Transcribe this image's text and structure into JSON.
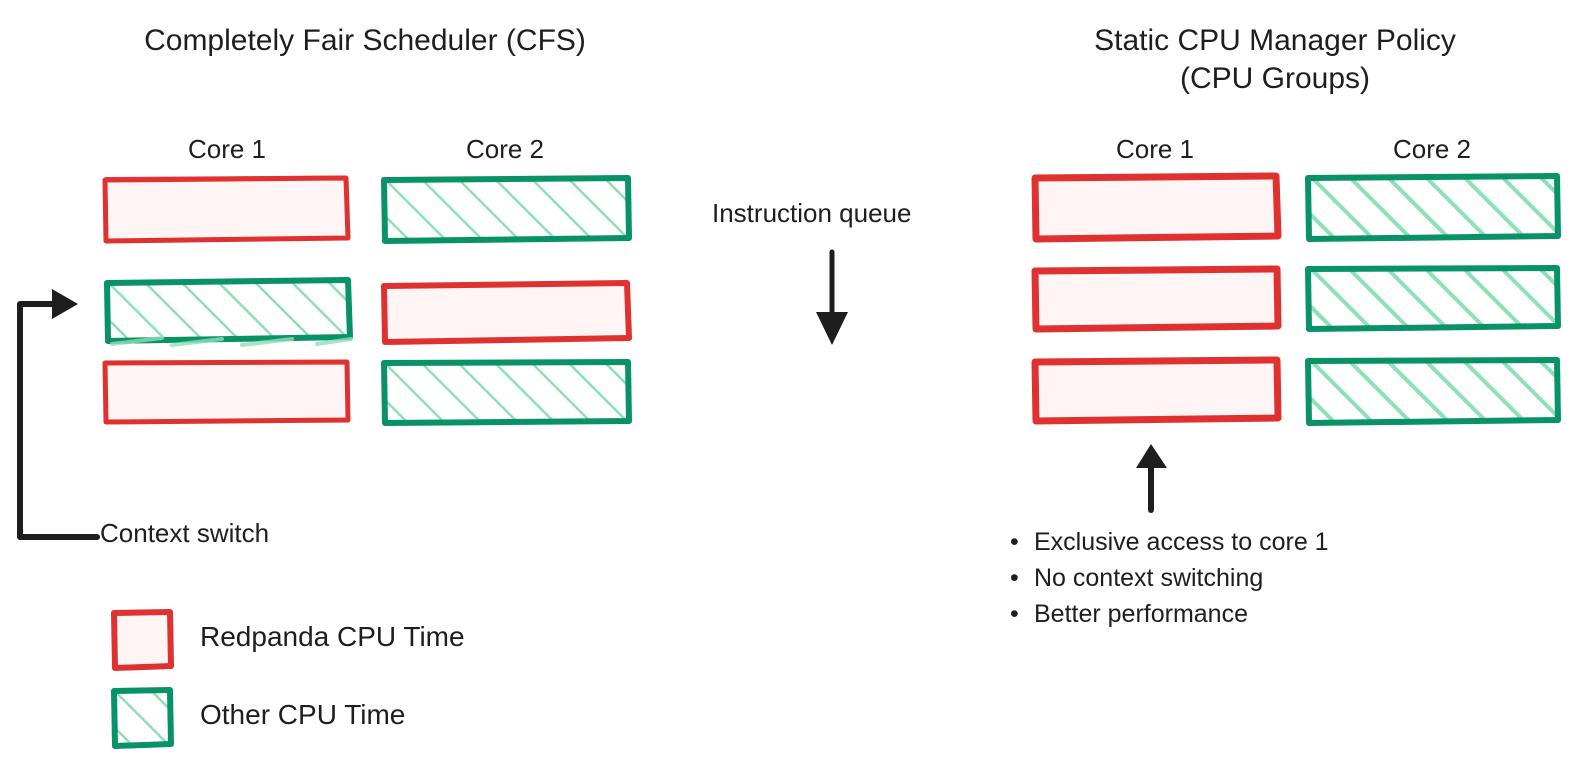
{
  "colors": {
    "red_stroke": "#e03131",
    "red_fill": "#fff5f5",
    "green_stroke": "#099268",
    "green_hatch": "#8ee0b5",
    "ink": "#1e1e1e",
    "background": "#ffffff"
  },
  "left_panel": {
    "title": "Completely Fair Scheduler (CFS)",
    "columns": [
      {
        "label": "Core 1",
        "blocks": [
          {
            "kind": "redpanda"
          },
          {
            "kind": "other"
          },
          {
            "kind": "redpanda"
          }
        ]
      },
      {
        "label": "Core 2",
        "blocks": [
          {
            "kind": "other"
          },
          {
            "kind": "redpanda"
          },
          {
            "kind": "other"
          }
        ]
      }
    ],
    "context_switch_label": "Context switch"
  },
  "middle": {
    "instruction_queue_label": "Instruction queue"
  },
  "right_panel": {
    "title": "Static CPU Manager Policy\n(CPU Groups)",
    "columns": [
      {
        "label": "Core 1",
        "blocks": [
          {
            "kind": "redpanda"
          },
          {
            "kind": "redpanda"
          },
          {
            "kind": "redpanda"
          }
        ]
      },
      {
        "label": "Core 2",
        "blocks": [
          {
            "kind": "other"
          },
          {
            "kind": "other"
          },
          {
            "kind": "other"
          }
        ]
      }
    ],
    "annotations": [
      "Exclusive access to core 1",
      "No context switching",
      "Better performance"
    ]
  },
  "legend": {
    "items": [
      {
        "label": "Redpanda CPU Time",
        "kind": "redpanda"
      },
      {
        "label": "Other CPU Time",
        "kind": "other"
      }
    ]
  }
}
